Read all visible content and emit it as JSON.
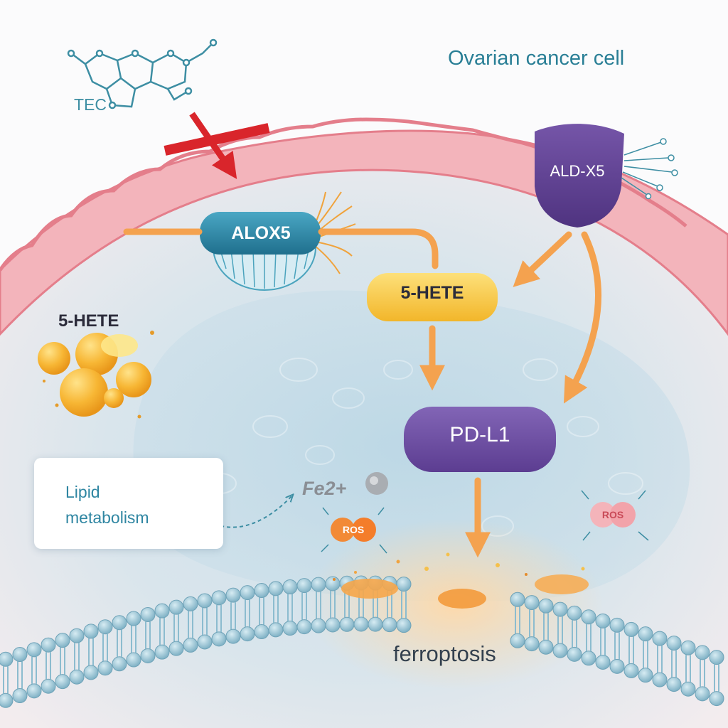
{
  "title": "Ovarian cancer cell",
  "drug": {
    "label": "TEC"
  },
  "nodes": {
    "alox5": "ALOX5",
    "hete_pill": "5-HETE",
    "pdl1": "PD-L1",
    "aldx5": "ALD-X5",
    "hete_droplets": "5-HETE"
  },
  "lipid_box": {
    "line1": "Lipid",
    "line2": "metabolism"
  },
  "iron": {
    "label": "Fe2+"
  },
  "ros": {
    "left": "ROS",
    "right": "ROS"
  },
  "outcome": {
    "label": "ferroptosis"
  },
  "colors": {
    "membrane_pink": "#ec8f99",
    "arrow_orange": "#f4a24f",
    "inhibit_red": "#d9252b",
    "alox5_teal": "#2b86a6",
    "hete_yellow": "#f8c43c",
    "pdl1_purple": "#6d4aa0",
    "aldx5_purple": "#5d3f8e",
    "title_teal": "#2a7f96"
  }
}
